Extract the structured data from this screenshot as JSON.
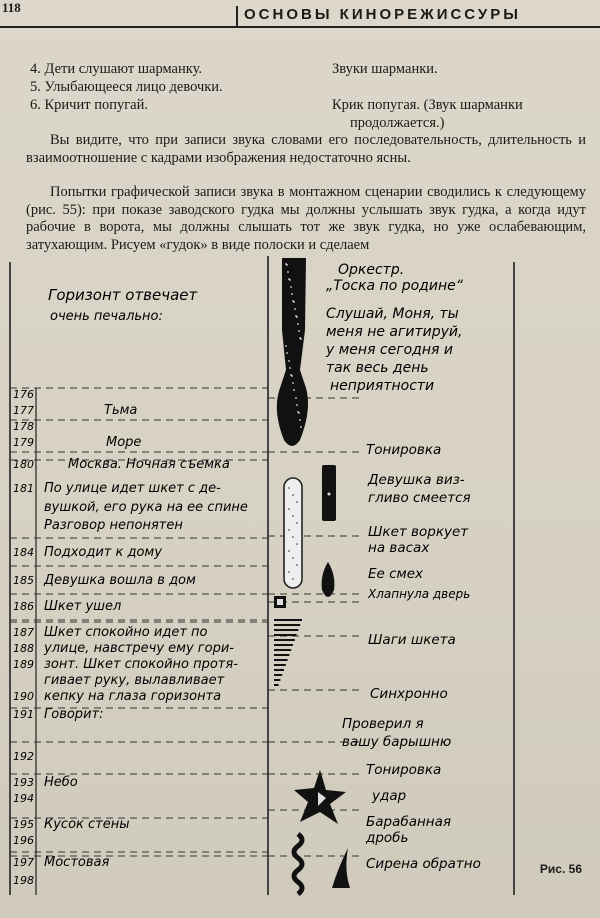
{
  "header": {
    "page_number": "118",
    "running_title": "ОСНОВЫ КИНОРЕЖИССУРЫ"
  },
  "list": [
    {
      "left": "4. Дети слушают шарманку.",
      "right": "Звуки шарманки."
    },
    {
      "left": "5. Улыбающееся лицо девочки.",
      "right": ""
    },
    {
      "left": "6. Кричит попугай.",
      "right": "Крик попугая. (Звук шарманки",
      "right_cont": "продолжается.)"
    }
  ],
  "paragraphs": [
    "Вы видите, что при записи звука словами его последовательность, длительность и взаимоотношение с кадрами изображения недостаточно ясны.",
    "Попытки графической записи звука в монтажном сценарии сводились к следующему (рис. 55): при показе заводского гудка мы должны услышать звук гудка, а когда идут рабочие в ворота, мы должны слышать тот же звук гудка, но уже ослабевающим, затухающим. Рисуем «гудок» в виде полоски и сделаем"
  ],
  "figure": {
    "caption": "Рис. 56",
    "top_left_text": [
      "Горизонт отвечает",
      "очень печально:"
    ],
    "top_right_text": [
      "Оркестр.",
      "„Тоска по родине“",
      "Слушай, Моня, ты",
      "меня не агитируй,",
      "у меня сегодня и",
      "так весь день",
      "неприятности"
    ],
    "rows": [
      {
        "num": "176",
        "text": ""
      },
      {
        "num": "177",
        "text": "Тьма"
      },
      {
        "num": "178",
        "text": ""
      },
      {
        "num": "179",
        "text": "Море"
      },
      {
        "num": "180",
        "text": "Москва. Ночная съемка"
      },
      {
        "num": "181",
        "text": "По улице идет шкет с де-"
      },
      {
        "num": "",
        "text": "вушкой, его рука на ее спине"
      },
      {
        "num": "",
        "text": "Разговор непонятен"
      },
      {
        "num": "184",
        "text": "Подходит к дому"
      },
      {
        "num": "185",
        "text": "Девушка вошла в дом"
      },
      {
        "num": "186",
        "text": "Шкет ушел"
      },
      {
        "num": "187",
        "text": "Шкет спокойно идет по"
      },
      {
        "num": "188",
        "text": "улице, навстречу ему гори-"
      },
      {
        "num": "189",
        "text": "зонт. Шкет спокойно протя-"
      },
      {
        "num": "",
        "text": "гивает руку, вылавливает"
      },
      {
        "num": "190",
        "text": "кепку на глаза горизонта"
      },
      {
        "num": "191",
        "text": "Говорит:"
      },
      {
        "num": "192",
        "text": ""
      },
      {
        "num": "193",
        "text": "Небо"
      },
      {
        "num": "194",
        "text": ""
      },
      {
        "num": "195",
        "text": "Кусок стены"
      },
      {
        "num": "196",
        "text": ""
      },
      {
        "num": "197",
        "text": "Мостовая"
      },
      {
        "num": "198",
        "text": ""
      }
    ],
    "sound_notes": [
      "Тонировка",
      "Девушка виз-",
      "гливо смеется",
      "Шкет воркует",
      "на васах",
      "Ее смех",
      "Хлапнула дверь",
      "Шаги шкета",
      "Синхронно",
      "Проверил я",
      "вашу барышню",
      "Тонировка",
      "удар",
      "Барабанная",
      "дробь",
      "Сирена обратно"
    ]
  }
}
